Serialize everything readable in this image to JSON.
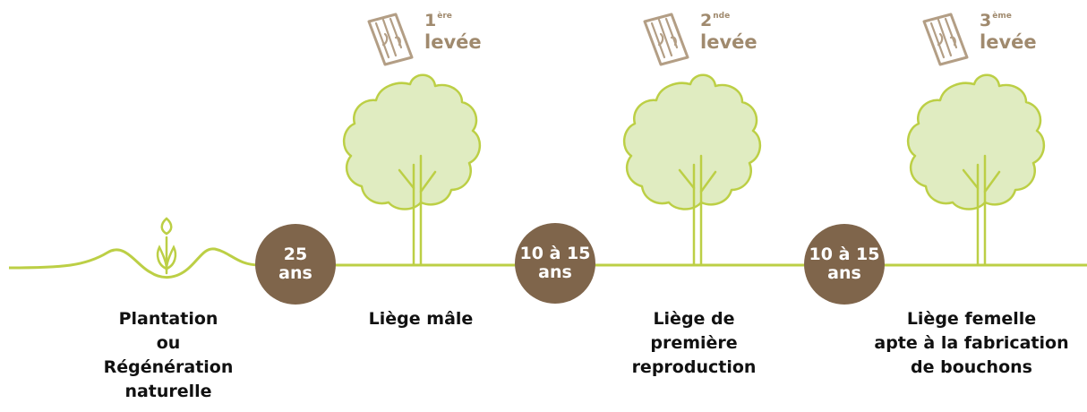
{
  "colors": {
    "line": "#bccf45",
    "tree_fill": "#e0ecc1",
    "badge": "#7f654b",
    "harvest_text": "#a08a6e",
    "cork_icon": "#b39e85"
  },
  "harvests": [
    {
      "ordinal": "1",
      "suffix": "ère",
      "word": "levée",
      "icon": "cork-bark-icon"
    },
    {
      "ordinal": "2",
      "suffix": "nde",
      "word": "levée",
      "icon": "cork-bark-icon"
    },
    {
      "ordinal": "3",
      "suffix": "ème",
      "word": "levée",
      "icon": "cork-bark-icon"
    }
  ],
  "intervals": [
    {
      "line1": "25",
      "line2": "ans"
    },
    {
      "line1": "10 à 15",
      "line2": "ans"
    },
    {
      "line1": "10 à 15",
      "line2": "ans"
    }
  ],
  "stages": [
    {
      "label": "Plantation\nou\nRégénération\nnaturelle",
      "icon": "seedling-icon"
    },
    {
      "label": "Liège mâle",
      "icon": "tree-icon"
    },
    {
      "label": "Liège de\npremière\nreproduction",
      "icon": "tree-icon"
    },
    {
      "label": "Liège femelle\napte à la fabrication\nde bouchons",
      "icon": "tree-icon"
    }
  ]
}
